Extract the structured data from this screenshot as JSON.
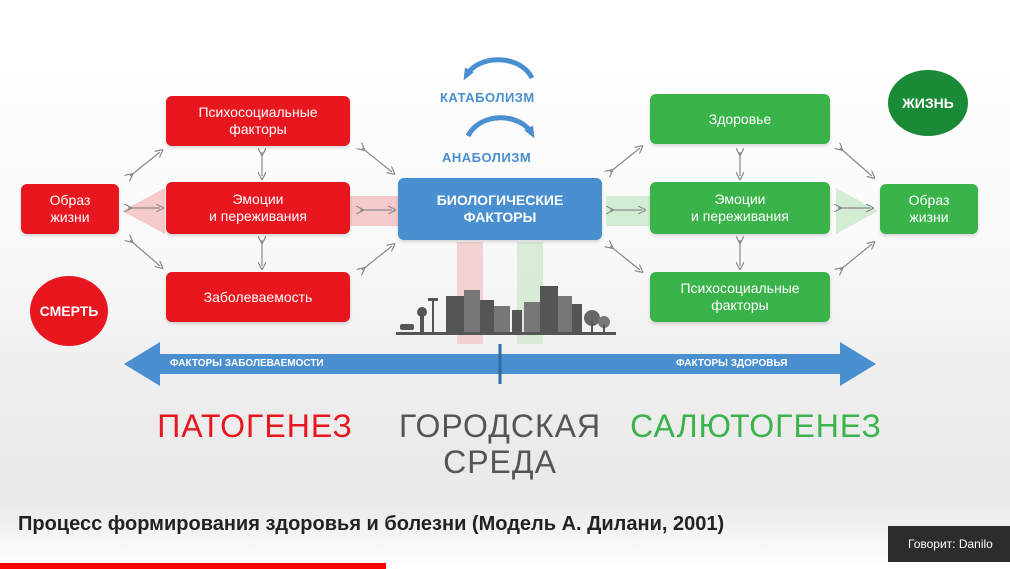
{
  "slide": {
    "left": {
      "psychosocial": "Психосоциальные\nфакторы",
      "emotions": "Эмоции\nи переживания",
      "morbidity": "Заболеваемость",
      "lifestyle": "Образ\nжизни",
      "death": "СМЕРТЬ"
    },
    "right": {
      "health": "Здоровье",
      "emotions": "Эмоции\nи переживания",
      "psychosocial": "Психосоциальные\nфакторы",
      "lifestyle": "Образ\nжизни",
      "life": "ЖИЗНЬ"
    },
    "center": {
      "catabolism": "КАТАБОЛИЗМ",
      "anabolism": "АНАБОЛИЗМ",
      "biological": "БИОЛОГИЧЕСКИЕ\nФАКТОРЫ"
    },
    "axis": {
      "left_label": "ФАКТОРЫ ЗАБОЛЕВАЕМОСТИ",
      "right_label": "ФАКТОРЫ ЗДОРОВЬЯ"
    },
    "headings": {
      "pathogenesis": "ПАТОГЕНЕЗ",
      "urban": "ГОРОДСКАЯ\nСРЕДА",
      "salutogenesis": "САЛЮТОГЕНЕЗ"
    },
    "caption": "Процесс формирования здоровья и болезни (Модель А. Дилани, 2001)"
  },
  "player": {
    "speaker_tooltip": "Говорит: Danilo",
    "progress_percent": 38
  },
  "colors": {
    "red": "#e8161e",
    "green": "#3ab34a",
    "blue": "#4a8fd0",
    "darkgreen": "#1a8a36"
  }
}
